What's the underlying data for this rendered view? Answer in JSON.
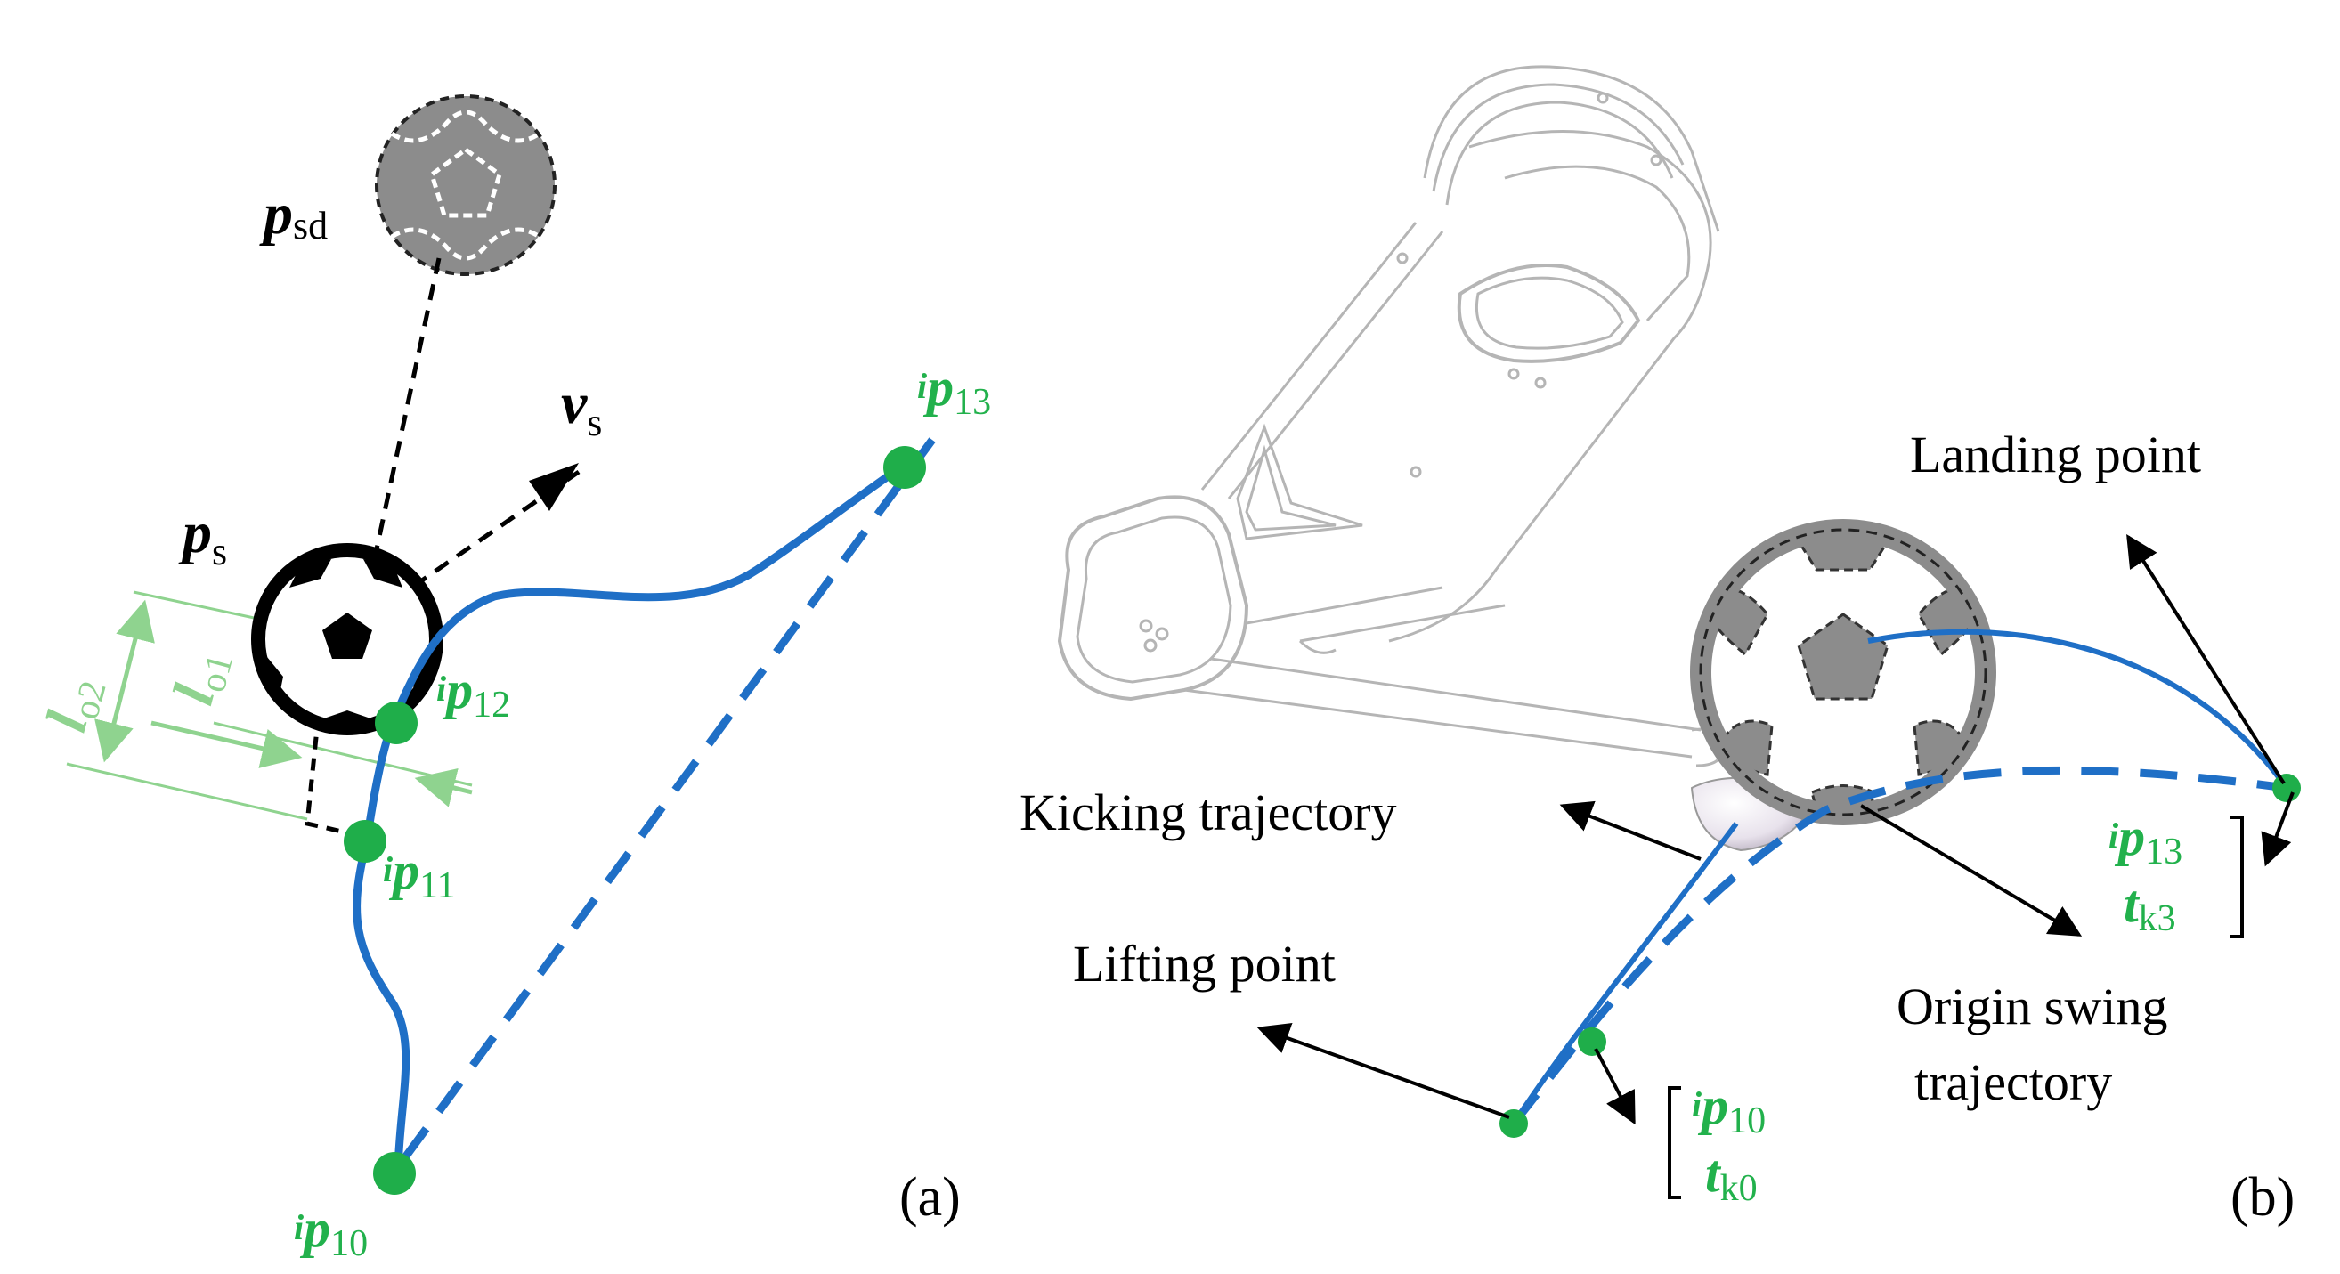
{
  "colors": {
    "trajectory": "#1f6fc6",
    "waypoint": "#1fae4a",
    "label_green": "#22b14c",
    "dim_green": "#8fd38f",
    "ball_gray": "#8c8c8c",
    "ink": "#000000"
  },
  "panel_a": {
    "caption": "(a)",
    "labels": {
      "p_sd": {
        "sym": "p",
        "sub": "sd"
      },
      "v_s": {
        "sym": "v",
        "sub": "s"
      },
      "p_s": {
        "sym": "p",
        "sub": "s"
      },
      "l_o1": {
        "sym": "l",
        "sub": "o1"
      },
      "l_o2": {
        "sym": "l",
        "sub": "o2"
      },
      "p_10": {
        "pre": "i",
        "sym": "p",
        "sub": "10"
      },
      "p_11": {
        "pre": "i",
        "sym": "p",
        "sub": "11"
      },
      "p_12": {
        "pre": "i",
        "sym": "p",
        "sub": "12"
      },
      "p_13": {
        "pre": "i",
        "sym": "p",
        "sub": "13"
      }
    }
  },
  "panel_b": {
    "caption": "(b)",
    "annotations": {
      "landing_point": "Landing point",
      "kicking_trajectory": "Kicking trajectory",
      "lifting_point": "Lifting point",
      "origin_swing_line1": "Origin swing",
      "origin_swing_line2": "trajectory"
    },
    "labels": {
      "p_13": {
        "pre": "i",
        "sym": "p",
        "sub": "13"
      },
      "t_k3": {
        "sym": "t",
        "sub": "k3"
      },
      "p_10": {
        "pre": "i",
        "sym": "p",
        "sub": "10"
      },
      "t_k0": {
        "sym": "t",
        "sub": "k0"
      }
    }
  }
}
